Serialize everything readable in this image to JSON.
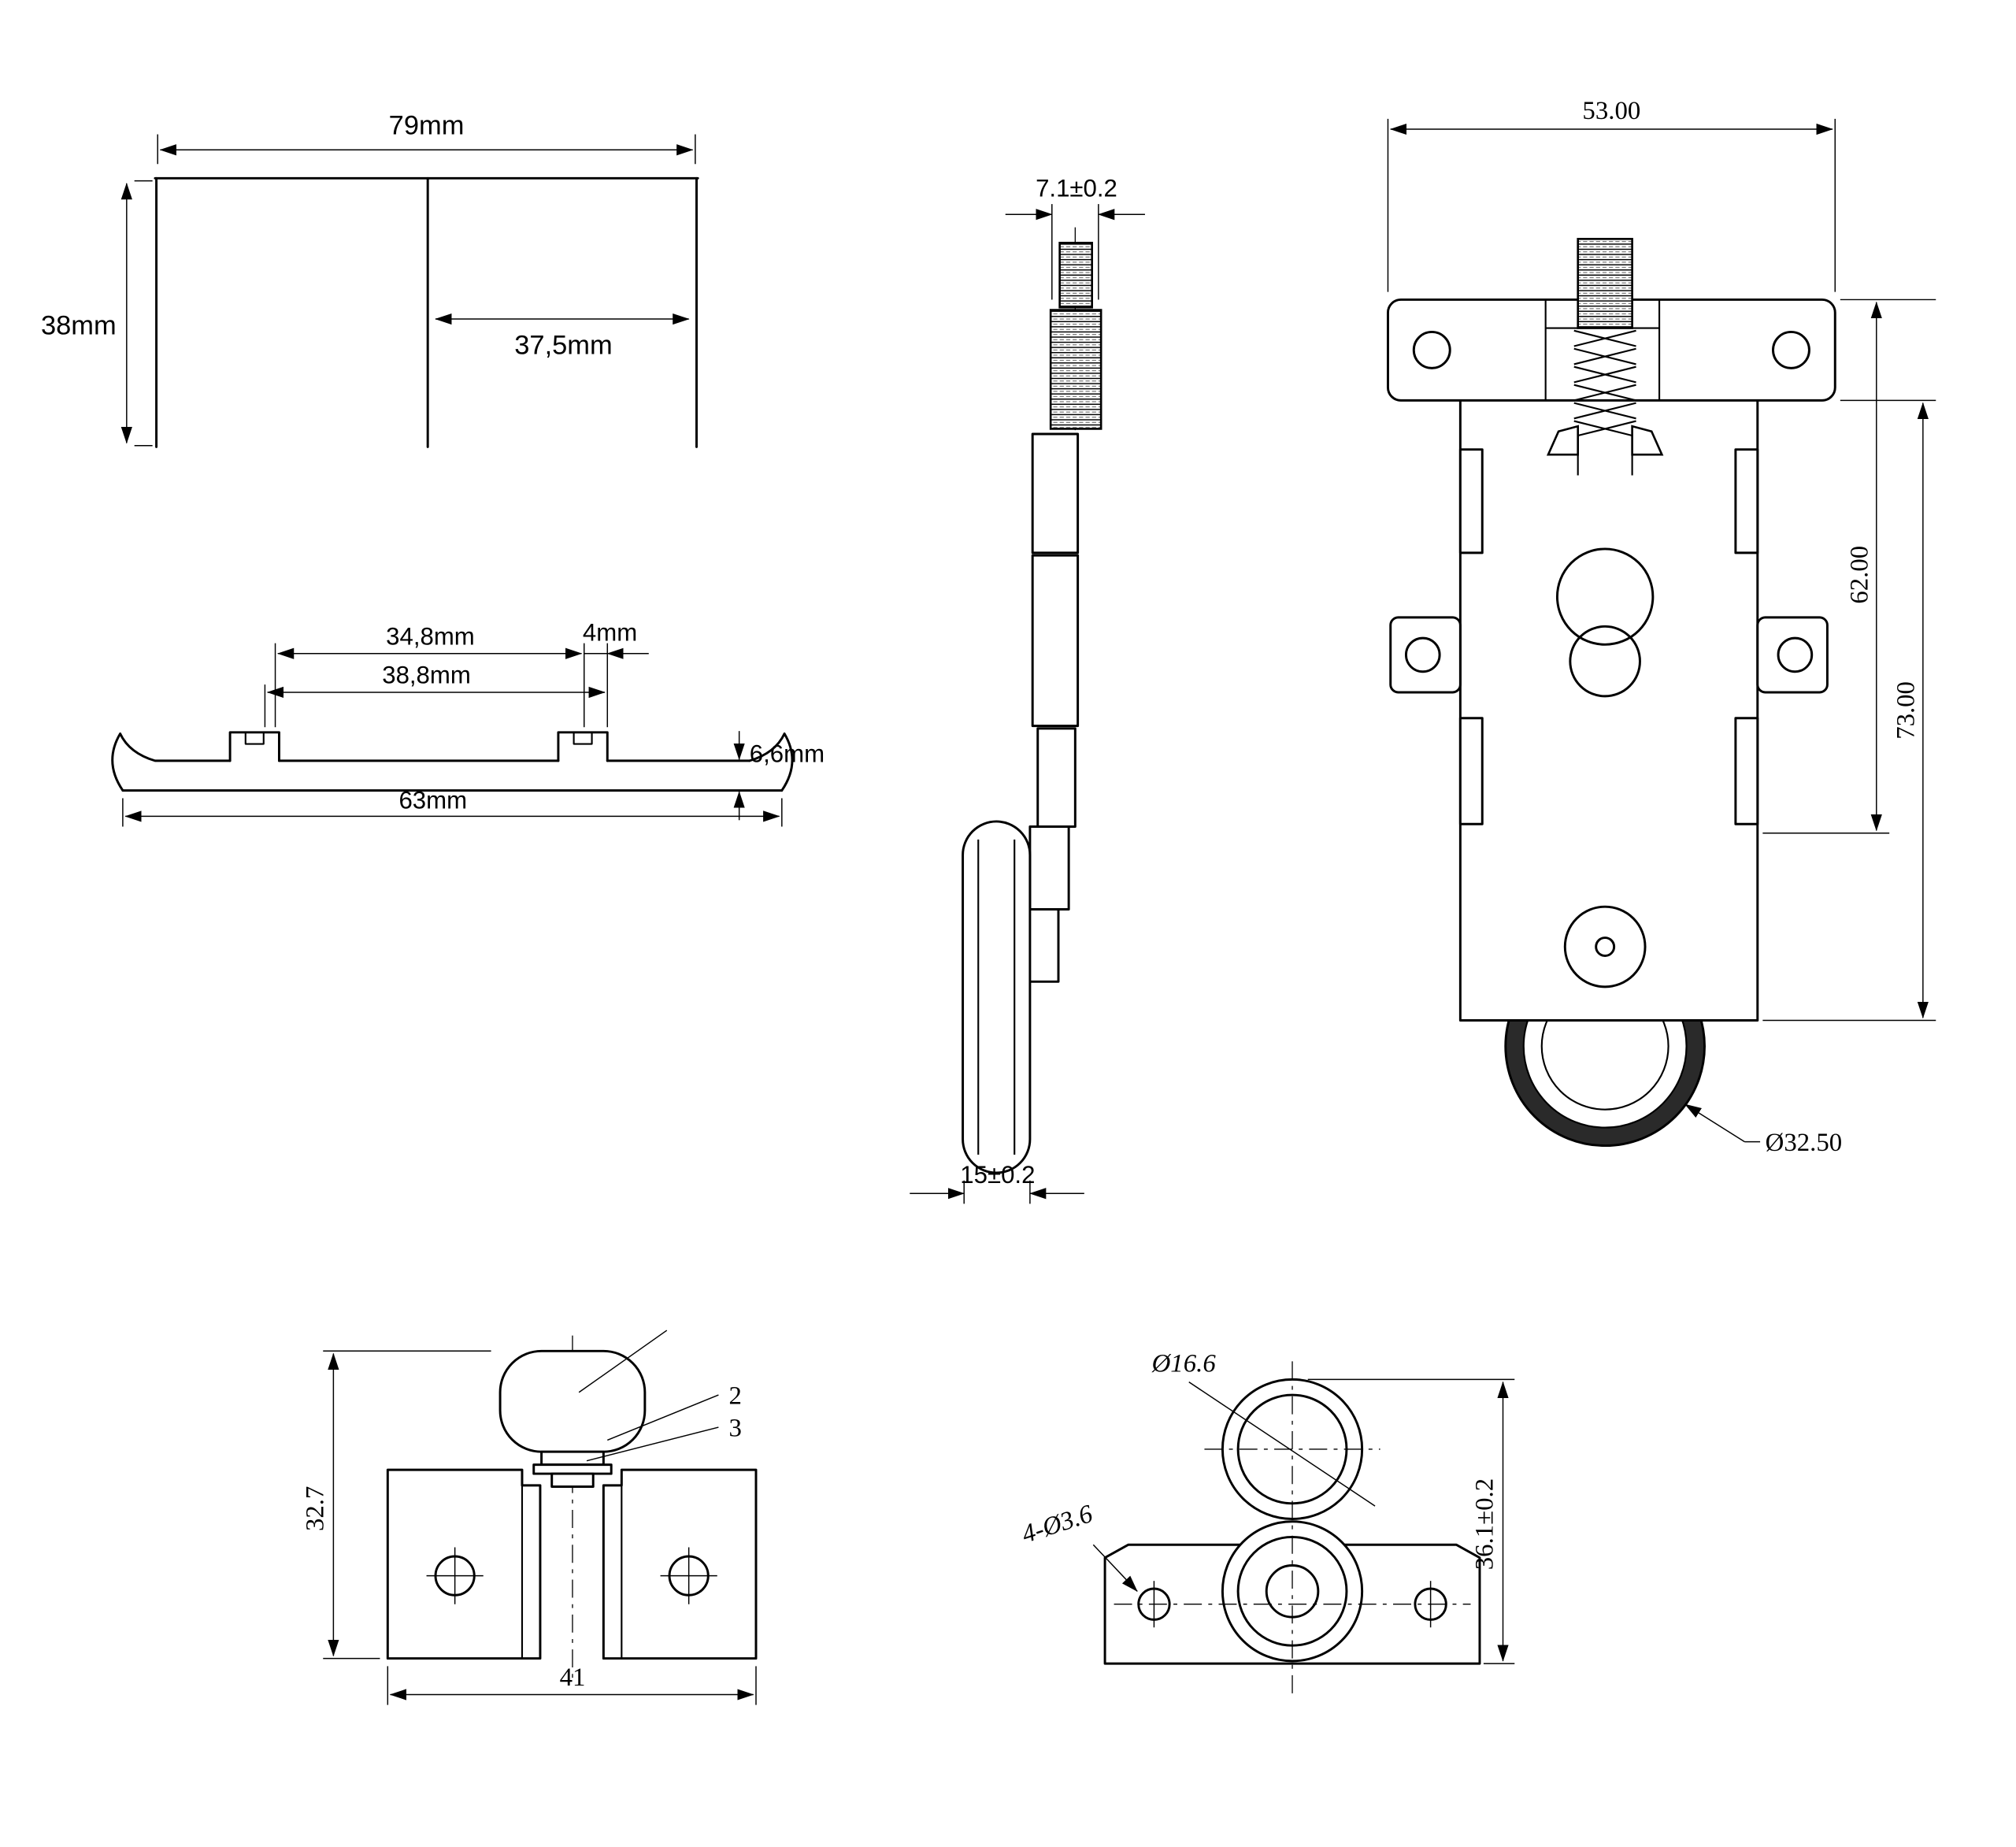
{
  "page": {
    "background": "#ffffff",
    "line_color": "#000000",
    "description": "Technical dimension drawing of sliding-door roller hardware and track profiles"
  },
  "drawings": {
    "u_profile": {
      "width": "79mm",
      "height": "38mm",
      "inner_width": "37,5mm"
    },
    "bottom_track": {
      "rail_span": "34,8mm",
      "rail_width": "4mm",
      "slot_span": "38,8mm",
      "height": "6,6mm",
      "total_width": "63mm"
    },
    "roller_side": {
      "stud_width": "7.1±0.2",
      "wheel_width": "15±0.2"
    },
    "roller_front": {
      "plate_width": "53.00",
      "body_height": "62.00",
      "overall_height": "73.00",
      "wheel_diameter": "Ø32.50"
    },
    "bottom_guide": {
      "height": "32.7",
      "width": "41",
      "callout_2": "2",
      "callout_3": "3"
    },
    "double_roller": {
      "roller_diameter": "Ø16.6",
      "holes": "4-Ø3.6",
      "height": "36.1±0.2"
    }
  }
}
